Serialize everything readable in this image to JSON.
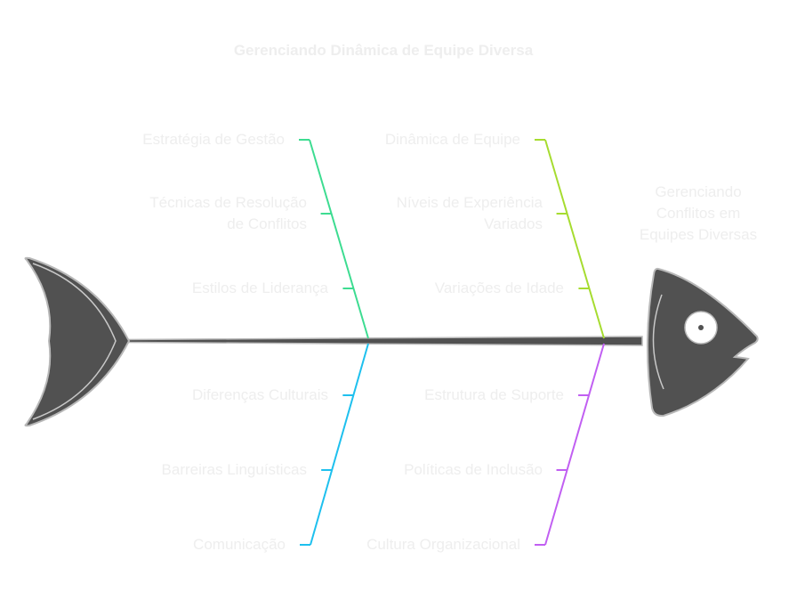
{
  "title": "Gerenciando Dinâmica de Equipe Diversa",
  "head_label": "Gerenciando Conflitos em Equipes Diversas",
  "head_label_lines": [
    "Gerenciando",
    "Conflitos em",
    "Equipes Diversas"
  ],
  "colors": {
    "fish_fill": "#515151",
    "fish_outline": "#b8b8b8",
    "text": "#eeeeee",
    "bone_top_left": "#3ddc91",
    "bone_top_right": "#a6dc30",
    "bone_bottom_left": "#1ec0ee",
    "bone_bottom_right": "#c15ff2"
  },
  "categories": [
    {
      "id": "top-left",
      "items": [
        {
          "lines": [
            "Estratégia de Gestão"
          ]
        },
        {
          "lines": [
            "Técnicas de Resolução",
            "de Conflitos"
          ]
        },
        {
          "lines": [
            "Estilos de Liderança"
          ]
        }
      ]
    },
    {
      "id": "top-right",
      "items": [
        {
          "lines": [
            "Dinâmica de Equipe"
          ]
        },
        {
          "lines": [
            "Níveis de Experiência",
            "Variados"
          ]
        },
        {
          "lines": [
            "Variações de Idade"
          ]
        }
      ]
    },
    {
      "id": "bottom-left",
      "items": [
        {
          "lines": [
            "Diferenças Culturais"
          ]
        },
        {
          "lines": [
            "Barreiras Linguísticas"
          ]
        },
        {
          "lines": [
            "Comunicação"
          ]
        }
      ]
    },
    {
      "id": "bottom-right",
      "items": [
        {
          "lines": [
            "Estrutura de Suporte"
          ]
        },
        {
          "lines": [
            "Políticas de Inclusão"
          ]
        },
        {
          "lines": [
            "Cultura Organizacional"
          ]
        }
      ]
    }
  ]
}
